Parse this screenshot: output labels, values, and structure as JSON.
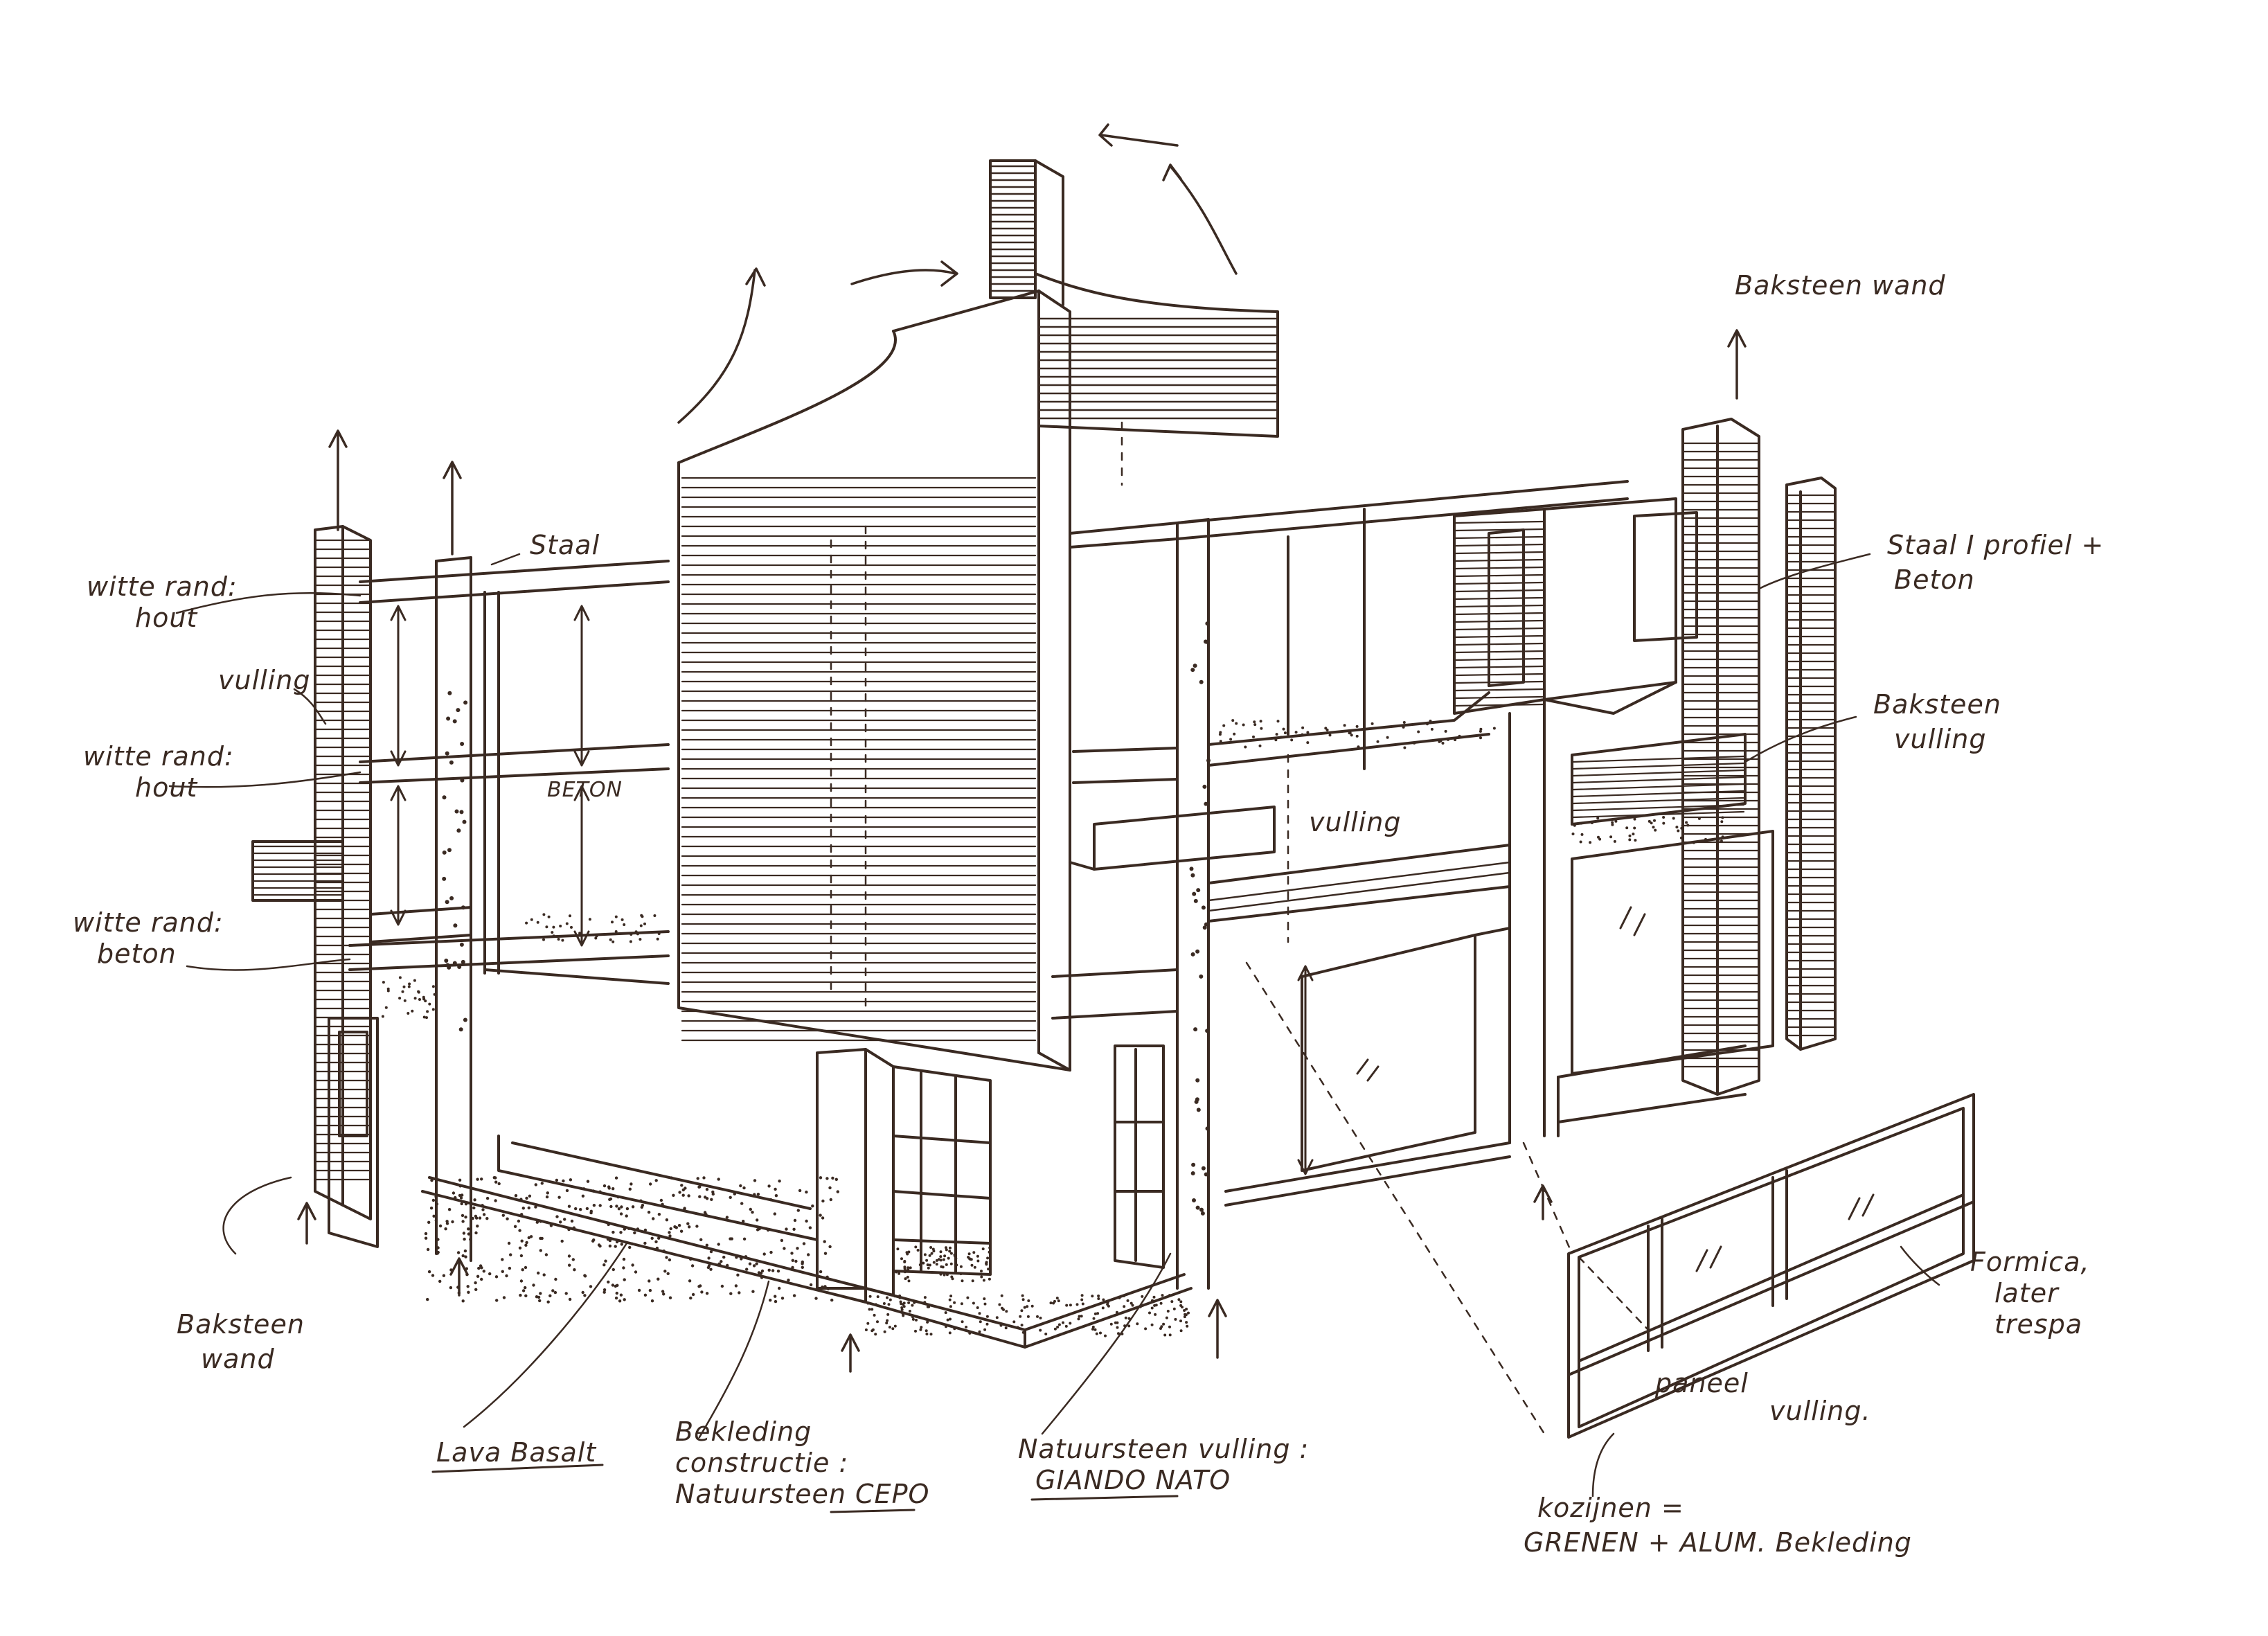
{
  "annotations": {
    "witte_rand_hout_1": [
      "witte rand:",
      "hout"
    ],
    "vulling_left": "vulling",
    "witte_rand_hout_2": [
      "witte rand:",
      "hout"
    ],
    "witte_rand_beton": [
      "witte rand:",
      "beton"
    ],
    "baksteen_wand_left": [
      "Baksteen",
      "wand"
    ],
    "staal": "Staal",
    "beton": "BETON",
    "vulling_center": "vulling",
    "lava_basalt": "Lava Basalt",
    "bekleding": [
      "Bekleding",
      "constructie :",
      "Natuursteen CEPO"
    ],
    "natuursteen_vulling": [
      "Natuursteen vulling :",
      "GIANDO NATO"
    ],
    "baksteen_wand_top": "Baksteen wand",
    "staal_i_profiel": [
      "Staal I profiel +",
      "Beton"
    ],
    "baksteen_vulling": [
      "Baksteen",
      "vulling"
    ],
    "formica": [
      "Formica,",
      "later",
      "trespa"
    ],
    "paneel": "paneel",
    "vulling_right": "vulling.",
    "kozijnen": [
      "kozijnen =",
      "GRENEN + ALUM. Bekleding"
    ]
  }
}
